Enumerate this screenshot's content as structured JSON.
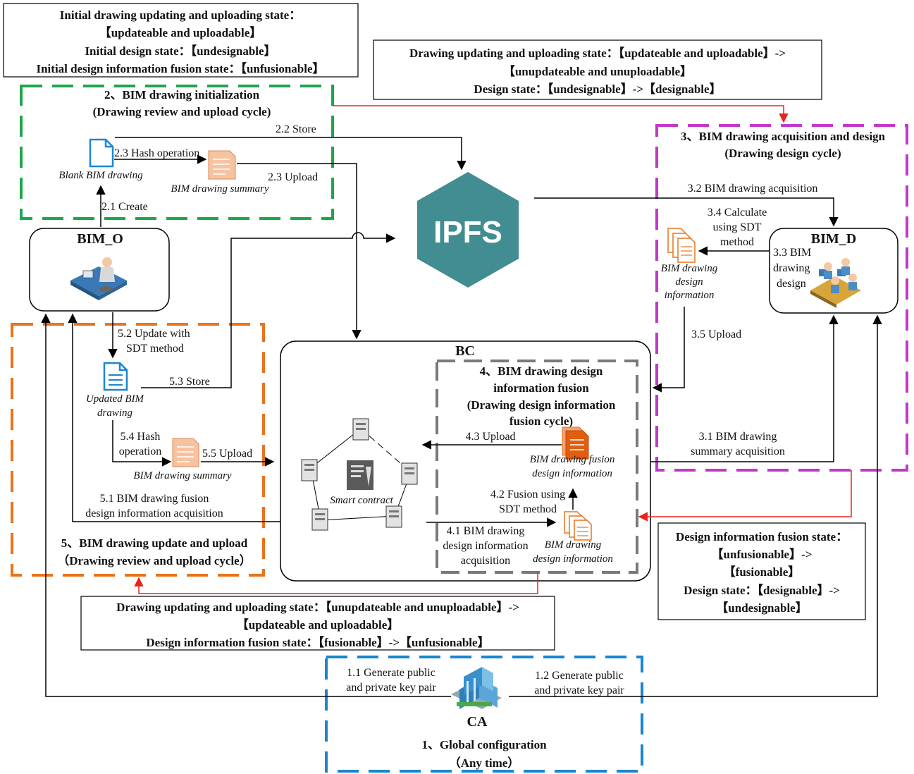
{
  "colors": {
    "green": "#1ea64a",
    "purple": "#c238c9",
    "orange": "#e8731c",
    "gray": "#7a7a7a",
    "blue": "#1a86d1",
    "red": "#e8231d",
    "ipfs": "#418d91"
  },
  "state_boxes": {
    "initial": [
      "Initial drawing updating and uploading state：",
      "【updateable and uploadable】",
      "Initial design state：【undesignable】",
      "Initial design information fusion state：【unfusionable】"
    ],
    "top_right": [
      "Drawing updating and uploading state：【updateable and uploadable】->",
      "【unupdateable and unuploadable】",
      "Design state：【undesignable】->【designable】"
    ],
    "right": [
      "Design information fusion state：",
      "【unfusionable】->",
      "【fusionable】",
      "Design state：【designable】->",
      "【undesignable】"
    ],
    "bottom": [
      "Drawing updating and uploading state：【unupdateable and unuploadable】->",
      "【updateable and uploadable】",
      "Design information fusion state：【fusionable】->【unfusionable】"
    ]
  },
  "regions": {
    "init": [
      "2、BIM drawing initialization",
      "(Drawing review and upload cycle)"
    ],
    "design": [
      "3、BIM drawing acquisition and design",
      "(Drawing design cycle)"
    ],
    "fusion": [
      "4、BIM drawing design",
      "information fusion",
      "(Drawing design information",
      "fusion cycle)"
    ],
    "update": [
      "5、BIM drawing update and upload",
      "（Drawing review and upload cycle）"
    ],
    "global": [
      "1、Global configuration",
      "（Any time）"
    ]
  },
  "nodes": {
    "bim_o": "BIM_O",
    "bim_d": "BIM_D",
    "bc": "BC",
    "ca": "CA",
    "ipfs": "IPFS",
    "smart_contract": "Smart contract"
  },
  "docs": {
    "blank": "Blank BIM drawing",
    "summary_init": "BIM drawing summary",
    "design_info": [
      "BIM drawing",
      "design",
      "information"
    ],
    "updated": [
      "Updated BIM",
      "drawing"
    ],
    "summary_update": "BIM drawing summary",
    "fusion_info": [
      "BIM drawing fusion",
      "design information"
    ],
    "design_info_bc": [
      "BIM drawing",
      "design information"
    ]
  },
  "steps": {
    "s1_1": [
      "1.1 Generate public",
      "and private key pair"
    ],
    "s1_2": [
      "1.2 Generate public",
      "and private key pair"
    ],
    "s2_1": "2.1 Create",
    "s2_2": "2.2 Store",
    "s2_3a": "2.3 Hash operation",
    "s2_3b": "2.3 Upload",
    "s3_1": [
      "3.1 BIM drawing",
      "summary acquisition"
    ],
    "s3_2": "3.2 BIM drawing acquisition",
    "s3_3": [
      "3.3 BIM",
      "drawing",
      "design"
    ],
    "s3_4": [
      "3.4 Calculate",
      "using SDT",
      "method"
    ],
    "s3_5": "3.5 Upload",
    "s4_1": [
      "4.1 BIM drawing",
      "design information",
      "acquisition"
    ],
    "s4_2": [
      "4.2 Fusion using",
      "SDT method"
    ],
    "s4_3": "4.3 Upload",
    "s5_1": [
      "5.1 BIM drawing fusion",
      "design information acquisition"
    ],
    "s5_2": [
      "5.2 Update with",
      "SDT method"
    ],
    "s5_3": "5.3 Store",
    "s5_4": [
      "5.4 Hash",
      "operation"
    ],
    "s5_5": "5.5 Upload"
  }
}
